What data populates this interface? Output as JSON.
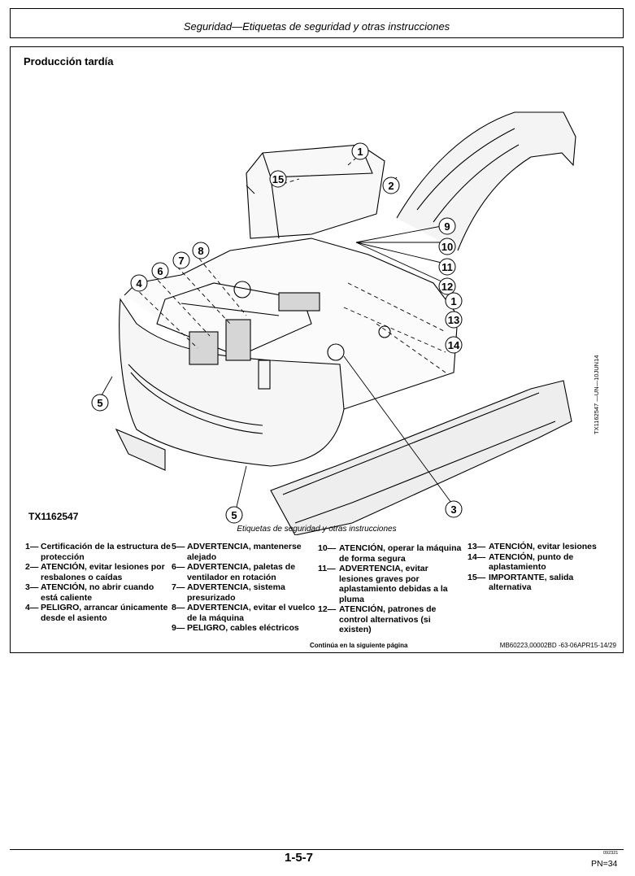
{
  "header": {
    "title": "Seguridad—Etiquetas de seguridad y otras instrucciones"
  },
  "section": {
    "title": "Producción tardía"
  },
  "figure": {
    "id": "TX1162547",
    "side_id": "TX1162547 —UN—10JUN14",
    "caption": "Etiquetas de seguridad y otras instrucciones",
    "callouts": [
      "1",
      "15",
      "2",
      "9",
      "10",
      "11",
      "12",
      "8",
      "7",
      "6",
      "4",
      "1",
      "13",
      "14",
      "5",
      "5",
      "3"
    ]
  },
  "legend": {
    "col1": [
      {
        "num": "1—",
        "text": "Certificación de la estructura de protección"
      },
      {
        "num": "2—",
        "text": "ATENCIÓN, evitar lesiones por resbalones o caídas"
      },
      {
        "num": "3—",
        "text": "ATENCIÓN, no abrir cuando está caliente"
      },
      {
        "num": "4—",
        "text": "PELIGRO, arrancar únicamente desde el asiento"
      }
    ],
    "col2": [
      {
        "num": "5—",
        "text": "ADVERTENCIA, mantenerse alejado"
      },
      {
        "num": "6—",
        "text": "ADVERTENCIA, paletas de ventilador en rotación"
      },
      {
        "num": "7—",
        "text": "ADVERTENCIA, sistema presurizado"
      },
      {
        "num": "8—",
        "text": "ADVERTENCIA, evitar el vuelco de la máquina"
      },
      {
        "num": "9—",
        "text": "PELIGRO, cables eléctricos"
      }
    ],
    "col3": [
      {
        "num": "10—",
        "text": "ATENCIÓN, operar la máquina de forma segura"
      },
      {
        "num": "11—",
        "text": "ADVERTENCIA, evitar lesiones graves por aplastamiento debidas a la pluma"
      },
      {
        "num": "12—",
        "text": "ATENCIÓN, patrones de control alternativos (si existen)"
      }
    ],
    "col4": [
      {
        "num": "13—",
        "text": "ATENCIÓN, evitar lesiones"
      },
      {
        "num": "14—",
        "text": "ATENCIÓN, punto de aplastamiento"
      },
      {
        "num": "15—",
        "text": "IMPORTANTE, salida alternativa"
      }
    ]
  },
  "footer": {
    "continue": "Continúa en la siguiente página",
    "docref": "MB60223,00002BD -63-06APR15-14/29",
    "page_number": "1-5-7",
    "code": "092321",
    "pn": "PN=34"
  }
}
